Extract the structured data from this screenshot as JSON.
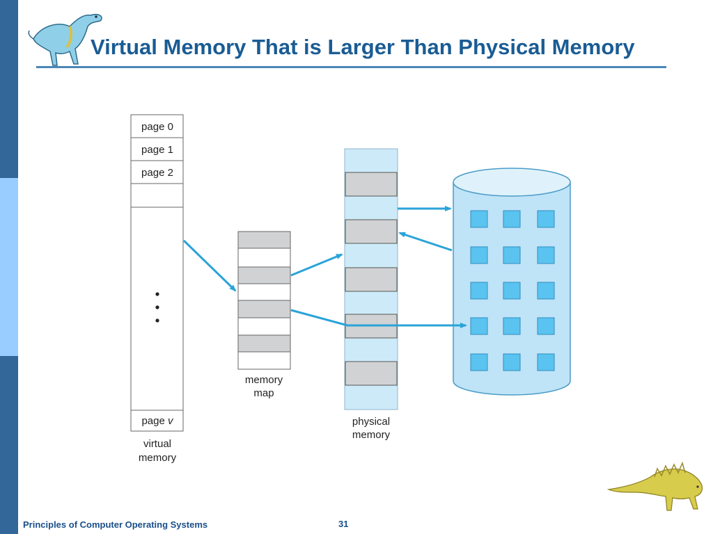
{
  "slide": {
    "title": "Virtual Memory That is Larger Than Physical Memory",
    "footer_left": "Principles of Computer Operating Systems",
    "page_number": "31"
  },
  "diagram": {
    "virtual_memory": {
      "pages": [
        "page 0",
        "page 1",
        "page 2"
      ],
      "ellipsis": "•\n•\n•",
      "last_page_prefix": "page ",
      "last_page_var": "v",
      "caption_line1": "virtual",
      "caption_line2": "memory"
    },
    "memory_map": {
      "caption_line1": "memory",
      "caption_line2": "map"
    },
    "physical_memory": {
      "caption_line1": "physical",
      "caption_line2": "memory"
    },
    "colors": {
      "frame_light": "#cdeaf8",
      "frame_gray": "#d0d2d4",
      "disk_fill": "#bfe3f7",
      "disk_block": "#5bc3ef",
      "arrow": "#2aa3d8",
      "title": "#1a5c94",
      "sidebar_dark": "#336699",
      "sidebar_light": "#99ccff"
    }
  }
}
